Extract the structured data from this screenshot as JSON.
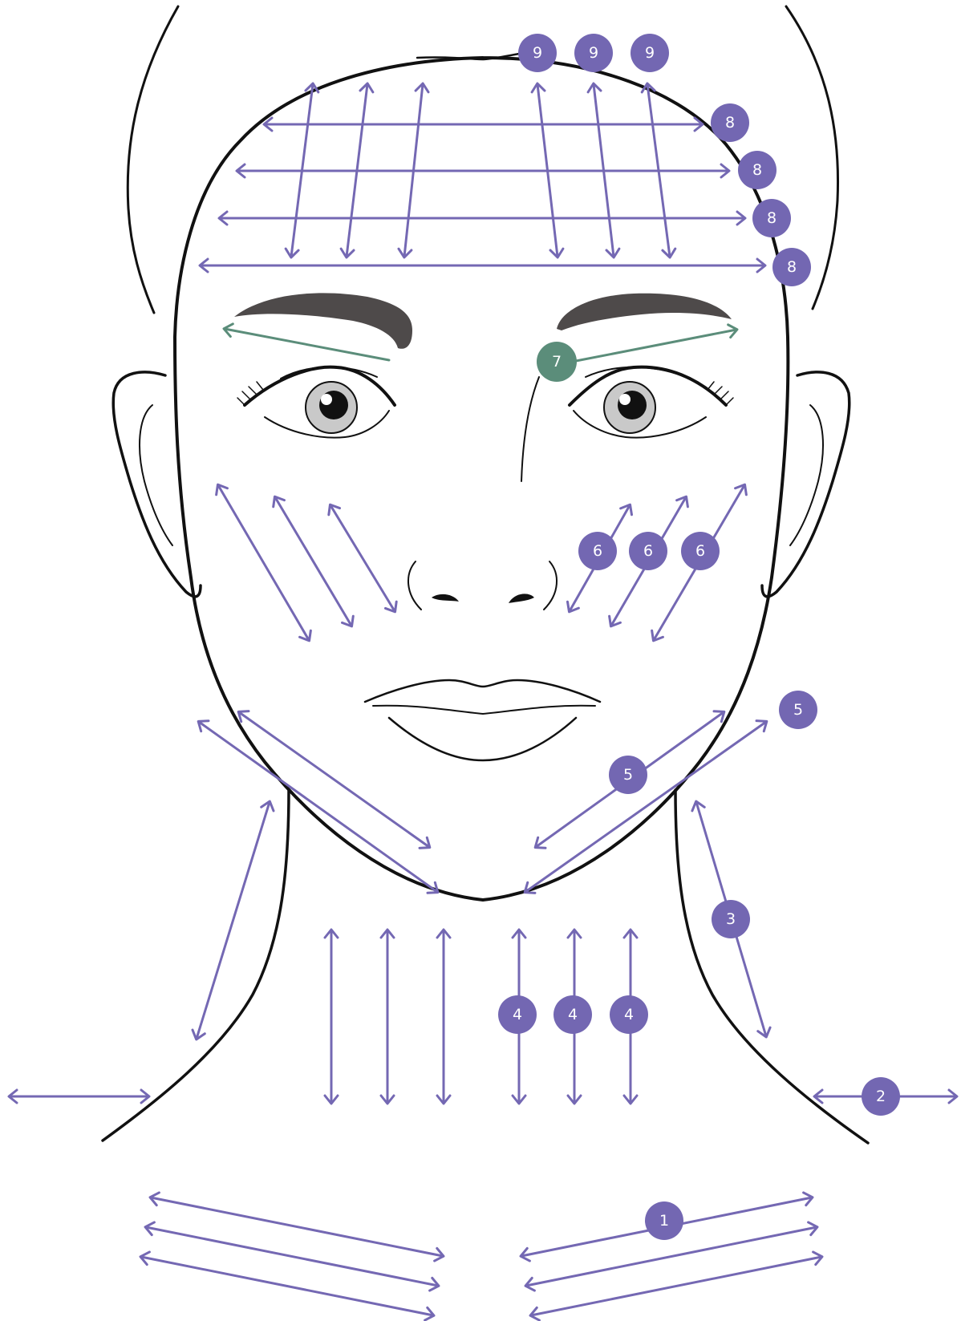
{
  "colors": {
    "arrow": "#7468B3",
    "marker": "#7367B2",
    "brow_arrow": "#5B8D7A",
    "marker_text": "#FFFFFF",
    "outline": "#111111",
    "brow": "#4E4A4A",
    "iris": "#C9C9C9"
  },
  "markers": {
    "step_1": "1",
    "step_2": "2",
    "step_3": "3",
    "step_4": "4",
    "step_5": "5",
    "step_6": "6",
    "step_7": "7",
    "step_8": "8",
    "step_9": "9"
  }
}
